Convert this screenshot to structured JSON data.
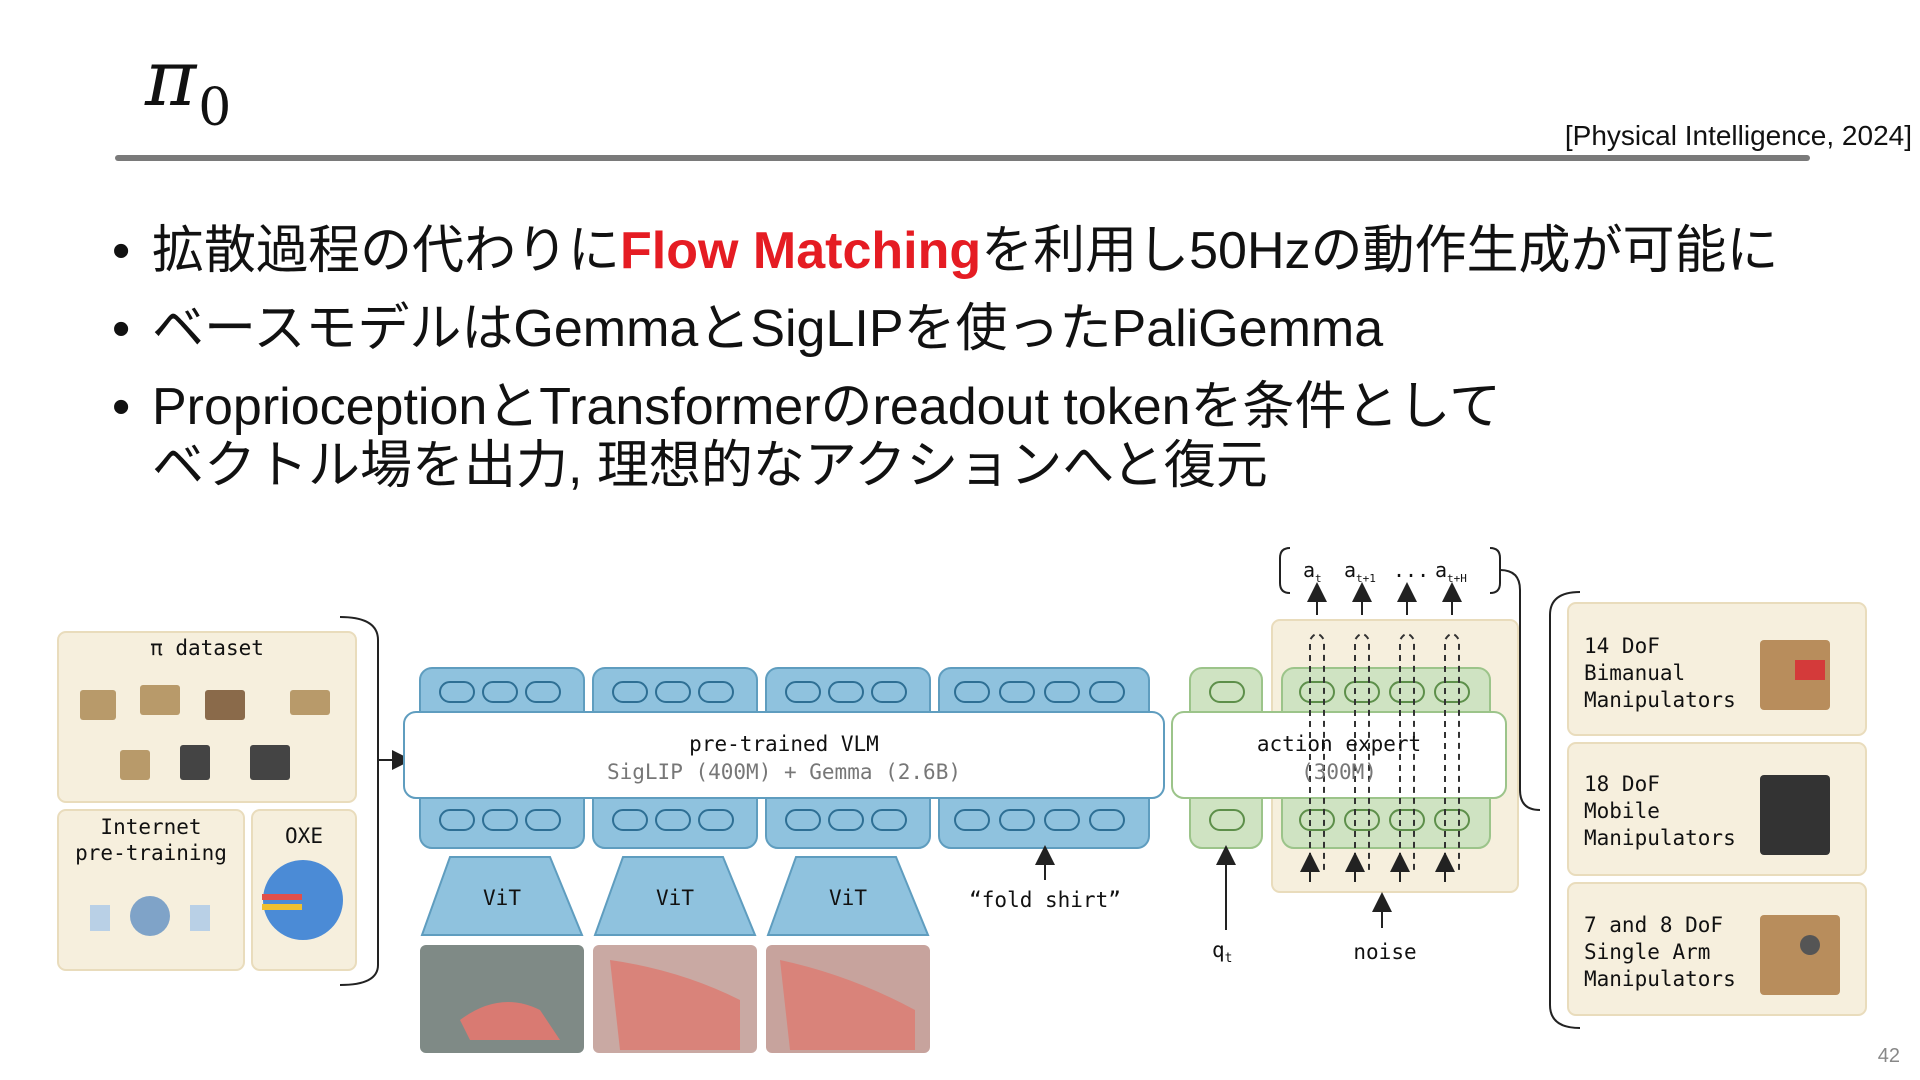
{
  "title": {
    "symbol": "π",
    "subscript": "0"
  },
  "citation": "[Physical Intelligence, 2024]",
  "bullets": [
    {
      "parts": [
        {
          "text": "拡散過程の代わりに",
          "highlight": false
        },
        {
          "text": "Flow Matching",
          "highlight": true
        },
        {
          "text": "を利用し50Hzの動作生成が可能に",
          "highlight": false
        }
      ]
    },
    {
      "parts": [
        {
          "text": "ベースモデルはGemmaとSigLIPを使ったPaliGemma",
          "highlight": false
        }
      ]
    },
    {
      "parts": [
        {
          "text": "ProprioceptionとTransformerのreadout tokenを条件として",
          "highlight": false
        }
      ],
      "continuation": "ベクトル場を出力, 理想的なアクションへと復元"
    }
  ],
  "diagram": {
    "datasets": {
      "pi_dataset": "π dataset",
      "internet_pretraining": [
        "Internet",
        "pre-training"
      ],
      "oxe": "OXE"
    },
    "vlm": {
      "title": "pre-trained VLM",
      "subtitle": "SigLIP (400M) + Gemma (2.6B)"
    },
    "action_expert": {
      "title": "action expert",
      "subtitle": "(300M)"
    },
    "encoders": [
      "ViT",
      "ViT",
      "ViT"
    ],
    "language_prompt": "“fold shirt”",
    "qt_label": "q",
    "qt_sub": "t",
    "noise_label": "noise",
    "actions": [
      {
        "base": "a",
        "sub": "t"
      },
      {
        "base": "a",
        "sub": "t+1"
      },
      {
        "base": "...",
        "sub": ""
      },
      {
        "base": "a",
        "sub": "t+H"
      }
    ],
    "robots": [
      {
        "lines": [
          "14 DoF",
          "Bimanual",
          "Manipulators"
        ]
      },
      {
        "lines": [
          "18 DoF",
          "Mobile",
          "Manipulators"
        ]
      },
      {
        "lines": [
          "7 and 8 DoF",
          "Single Arm",
          "Manipulators"
        ]
      }
    ]
  },
  "page_number": "42",
  "colors": {
    "highlight": "#e51c23",
    "vlm_blue": "#8fc2de",
    "expert_green": "#cfe3c2",
    "card": "#f6efdd"
  }
}
